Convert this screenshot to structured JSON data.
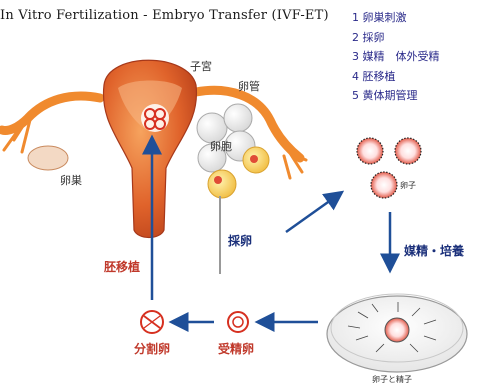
{
  "title": "In Vitro Fertilization - Embryo Transfer (IVF-ET)",
  "steps": [
    "1 卵巣刺激",
    "2 採卵",
    "3 媒精　体外受精",
    "4 胚移植",
    "5 黄体期管理"
  ],
  "labels": {
    "uterus": "子宮",
    "oviduct": "卵管",
    "follicle": "卵胞",
    "ovary": "卵巣",
    "egg_retrieval": "採卵",
    "insemination_culture": "媒精・培養",
    "ovum": "卵子",
    "embryo_transfer": "胚移植",
    "cleaved_egg": "分割卵",
    "fertilized_egg": "受精卵",
    "ovum_and_sperm": "卵子と精子"
  },
  "colors": {
    "arrow": "#1f4f98",
    "uterus": "#d9541f",
    "tube": "#f08a2e",
    "accent": "#d63020"
  }
}
